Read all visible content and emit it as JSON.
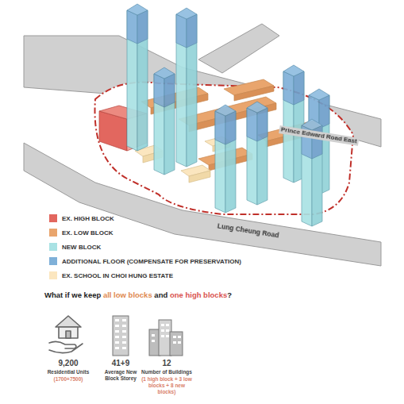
{
  "diagram": {
    "labels": [
      "Prince Edward Road East",
      "Lung Cheung Road",
      "What if we keep",
      "all low blocks",
      "and",
      "one high blocks",
      "?",
      "9,200",
      "Residential Units",
      "(1700+7500)",
      "41+9",
      "Average New Block Storey",
      "12",
      "Number of Buildings",
      "(1 high block + 3 low blocks + 8 new blocks)"
    ],
    "legend": [
      {
        "text": "EX. HIGH BLOCK",
        "color": "#e2675f"
      },
      {
        "text": "EX. LOW BLOCK",
        "color": "#e9a56d"
      },
      {
        "text": "NEW BLOCK",
        "color": "#a9e2e4"
      },
      {
        "text": "ADDITIONAL FLOOR (COMPENSATE FOR PRESERVATION)",
        "color": "#7fb0d8"
      },
      {
        "text": "EX. SCHOOL IN CHOI HUNG ESTATE",
        "color": "#fbe6bf"
      }
    ]
  }
}
